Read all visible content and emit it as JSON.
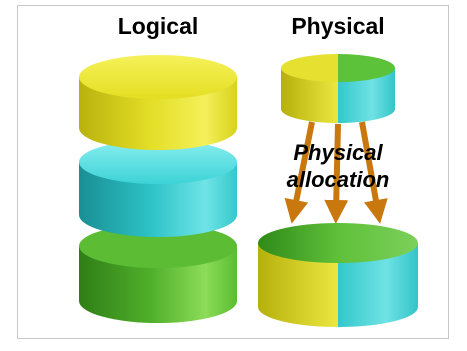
{
  "headings": {
    "logical": "Logical",
    "physical": "Physical"
  },
  "annotation": {
    "line1": "Physical",
    "line2": "allocation"
  },
  "colors": {
    "yellow": "#e6e12a",
    "cyan": "#2ec6c9",
    "green": "#55b830",
    "arrow": "#c8780c",
    "border": "#c8c8c8"
  }
}
